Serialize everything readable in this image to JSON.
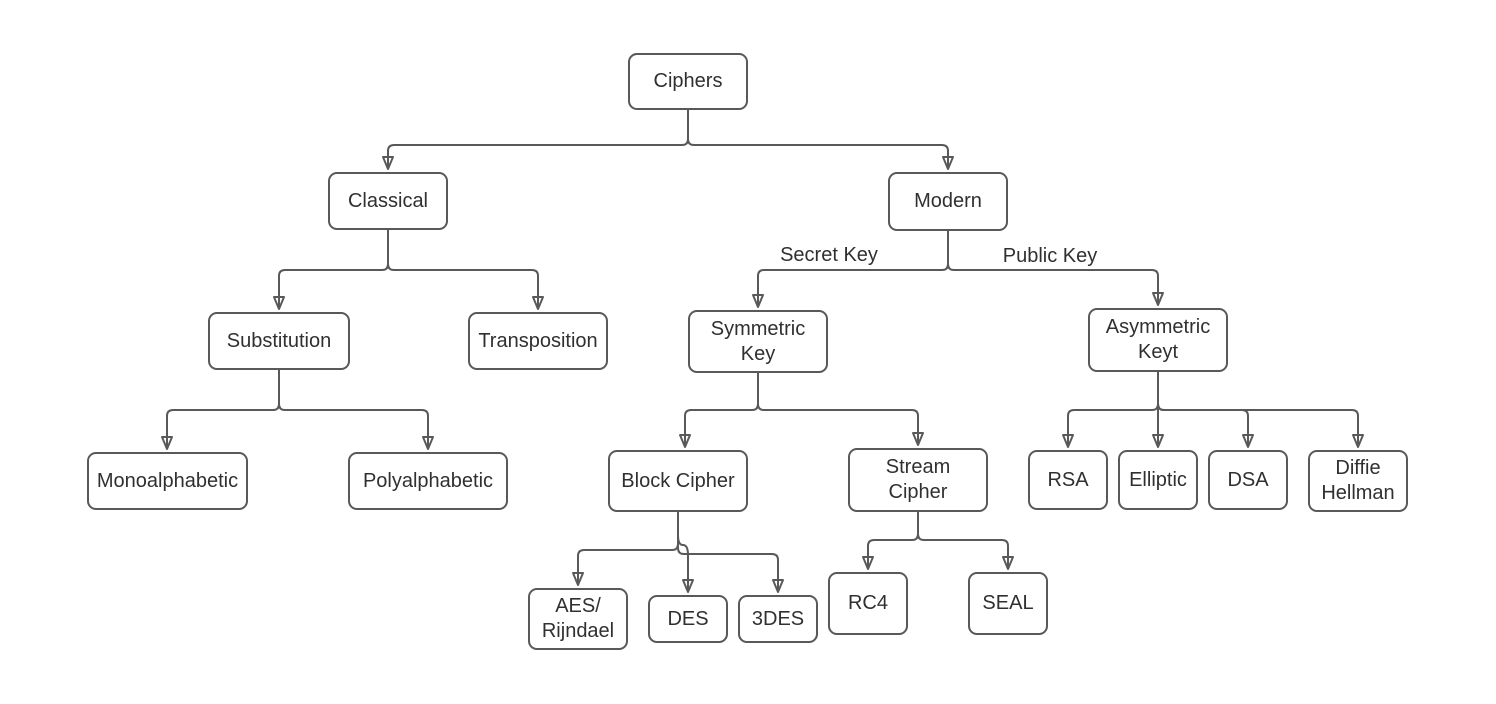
{
  "diagram": {
    "kind": "tree-flowchart",
    "root": "Ciphers",
    "colors": {
      "box_border": "#595959",
      "connector": "#595959",
      "arrowhead": "#595959",
      "text": "#303030",
      "background": "#ffffff"
    },
    "nodes": {
      "ciphers": [
        "Ciphers"
      ],
      "classical": [
        "Classical"
      ],
      "modern": [
        "Modern"
      ],
      "substitution": [
        "Substitution"
      ],
      "transposition": [
        "Transposition"
      ],
      "monoalphabetic": [
        "Monoalphabetic"
      ],
      "polyalphabetic": [
        "Polyalphabetic"
      ],
      "symmetric_key": [
        "Symmetric",
        "Key"
      ],
      "asymmetric_key": [
        "Asymmetric",
        "Keyt"
      ],
      "block_cipher": [
        "Block Cipher"
      ],
      "stream_cipher": [
        "Stream",
        "Cipher"
      ],
      "rsa": [
        "RSA"
      ],
      "elliptic": [
        "Elliptic"
      ],
      "dsa": [
        "DSA"
      ],
      "diffie_hellman": [
        "Diffie",
        "Hellman"
      ],
      "aes_rijndael": [
        "AES/",
        "Rijndael"
      ],
      "des": [
        "DES"
      ],
      "triple_des": [
        "3DES"
      ],
      "rc4": [
        "RC4"
      ],
      "seal": [
        "SEAL"
      ]
    },
    "edge_labels": {
      "secret_key": "Secret Key",
      "public_key": "Public Key"
    },
    "edges": [
      "Ciphers→Classical",
      "Ciphers→Modern",
      "Classical→Substitution",
      "Classical→Transposition",
      "Substitution→Monoalphabetic",
      "Substitution→Polyalphabetic",
      "Modern→Symmetric Key (Secret Key)",
      "Modern→Asymmetric Keyt (Public Key)",
      "Symmetric Key→Block Cipher",
      "Symmetric Key→Stream Cipher",
      "Asymmetric Keyt→RSA",
      "Asymmetric Keyt→Elliptic",
      "Asymmetric Keyt→DSA",
      "Asymmetric Keyt→Diffie Hellman",
      "Block Cipher→AES/Rijndael",
      "Block Cipher→DES",
      "Block Cipher→3DES",
      "Stream Cipher→RC4",
      "Stream Cipher→SEAL"
    ]
  }
}
